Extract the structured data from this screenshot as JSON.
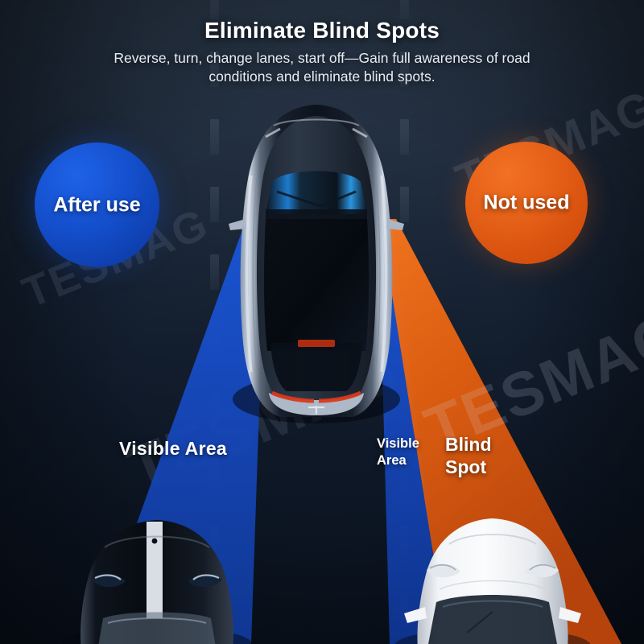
{
  "header": {
    "title": "Eliminate Blind Spots",
    "subtitle": "Reverse, turn, change lanes, start off—Gain full awareness of road conditions and eliminate blind spots."
  },
  "badges": {
    "left": {
      "label": "After use",
      "color": "#1551cf"
    },
    "right": {
      "label": "Not used",
      "color": "#e45f17"
    }
  },
  "zones": {
    "left_visible": "Visible Area",
    "right_visible": "Visible\nArea",
    "blind_spot": "Blind\nSpot"
  },
  "watermark": {
    "text": "TESMAG"
  },
  "colors": {
    "background": "#202c3c",
    "beam_blue": "#1545b8",
    "beam_orange": "#e4600f",
    "text": "#ffffff"
  }
}
